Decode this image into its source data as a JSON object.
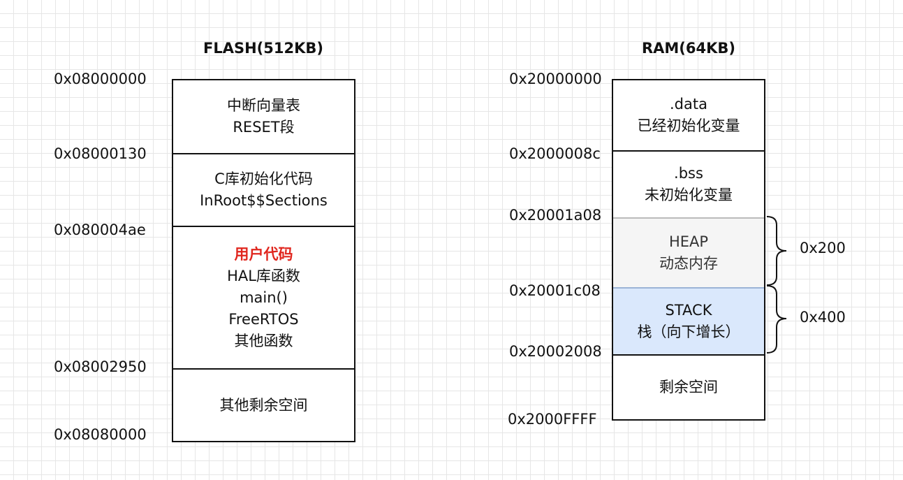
{
  "flash": {
    "title": "FLASH(512KB)",
    "addresses": [
      "0x08000000",
      "0x08000130",
      "0x080004ae",
      "0x08002950",
      "0x08080000"
    ],
    "blocks": [
      {
        "lines": [
          "中断向量表",
          "RESET段"
        ]
      },
      {
        "lines": [
          "C库初始化代码",
          "InRoot$$Sections"
        ]
      },
      {
        "highlight": "用户代码",
        "lines": [
          "HAL库函数",
          "main()",
          "FreeRTOS",
          "其他函数"
        ]
      },
      {
        "lines": [
          "其他剩余空间"
        ]
      }
    ]
  },
  "ram": {
    "title": "RAM(64KB)",
    "addresses": [
      "0x20000000",
      "0x2000008c",
      "0x20001a08",
      "0x20001c08",
      "0x20002008",
      "0x2000FFFF"
    ],
    "blocks": [
      {
        "lines": [
          ".data",
          "已经初始化变量"
        ]
      },
      {
        "lines": [
          ".bss",
          "未初始化变量"
        ]
      },
      {
        "lines": [
          "HEAP",
          "动态内存"
        ]
      },
      {
        "lines": [
          "STACK",
          "栈（向下增长）"
        ]
      },
      {
        "lines": [
          "剩余空间"
        ]
      }
    ],
    "sizes": [
      "0x200",
      "0x400"
    ]
  },
  "colors": {
    "highlight": "#e0261e",
    "heap_fill": "#f5f5f5",
    "stack_fill": "#dae8fc"
  }
}
